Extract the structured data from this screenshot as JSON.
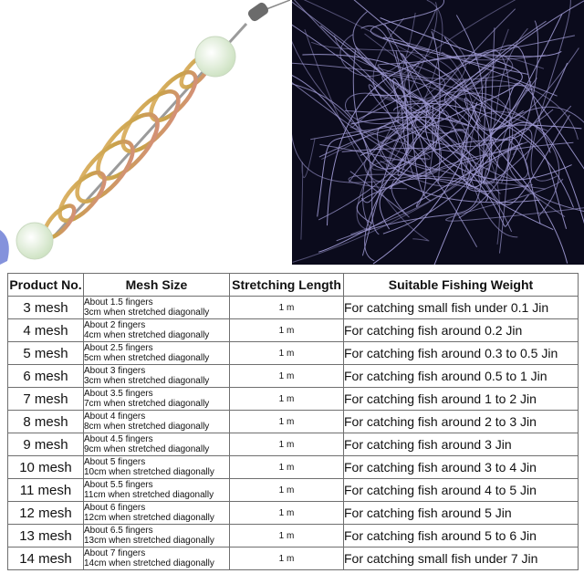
{
  "colors": {
    "net_background": "#0b0b1c",
    "net_strands": "#b8b2f2",
    "coil_gold": "#c9a24a",
    "coil_rose": "#d78a86",
    "glow_bead": "#e6f2dd",
    "table_border": "#6f6f6f"
  },
  "table": {
    "headers": [
      "Product No.",
      "Mesh Size",
      "Stretching Length",
      "Suitable Fishing Weight"
    ],
    "rows": [
      {
        "product": "3 mesh",
        "mesh1": "About 1.5 fingers",
        "mesh2": "3cm when stretched diagonally",
        "length": "1 m",
        "weight": "For catching small fish under 0.1 Jin"
      },
      {
        "product": "4 mesh",
        "mesh1": "About 2 fingers",
        "mesh2": "4cm when stretched diagonally",
        "length": "1 m",
        "weight": "For catching fish around 0.2 Jin"
      },
      {
        "product": "5 mesh",
        "mesh1": "About 2.5 fingers",
        "mesh2": "5cm when stretched diagonally",
        "length": "1 m",
        "weight": "For catching fish around 0.3 to 0.5 Jin"
      },
      {
        "product": "6 mesh",
        "mesh1": "About 3 fingers",
        "mesh2": "3cm when stretched diagonally",
        "length": "1 m",
        "weight": "For catching fish around 0.5 to 1 Jin"
      },
      {
        "product": "7 mesh",
        "mesh1": "About 3.5 fingers",
        "mesh2": "7cm when stretched diagonally",
        "length": "1 m",
        "weight": "For catching fish around 1 to 2 Jin"
      },
      {
        "product": "8 mesh",
        "mesh1": "About 4 fingers",
        "mesh2": "8cm when stretched diagonally",
        "length": "1 m",
        "weight": "For catching fish around 2 to 3 Jin"
      },
      {
        "product": "9 mesh",
        "mesh1": "About 4.5 fingers",
        "mesh2": "9cm when stretched diagonally",
        "length": "1 m",
        "weight": "For catching fish around 3 Jin"
      },
      {
        "product": "10 mesh",
        "mesh1": "About 5 fingers",
        "mesh2": "10cm when stretched diagonally",
        "length": "1 m",
        "weight": "For catching fish around 3 to 4 Jin"
      },
      {
        "product": "11 mesh",
        "mesh1": "About 5.5 fingers",
        "mesh2": "11cm when stretched diagonally",
        "length": "1 m",
        "weight": "For catching fish around 4 to 5 Jin"
      },
      {
        "product": "12 mesh",
        "mesh1": "About 6 fingers",
        "mesh2": "12cm when stretched diagonally",
        "length": "1 m",
        "weight": "For catching fish around 5 Jin"
      },
      {
        "product": "13 mesh",
        "mesh1": "About 6.5 fingers",
        "mesh2": "13cm when stretched diagonally",
        "length": "1 m",
        "weight": "For catching fish around 5 to 6 Jin"
      },
      {
        "product": "14 mesh",
        "mesh1": "About 7 fingers",
        "mesh2": "14cm when stretched diagonally",
        "length": "1 m",
        "weight": "For catching small fish under 7 Jin"
      }
    ]
  }
}
